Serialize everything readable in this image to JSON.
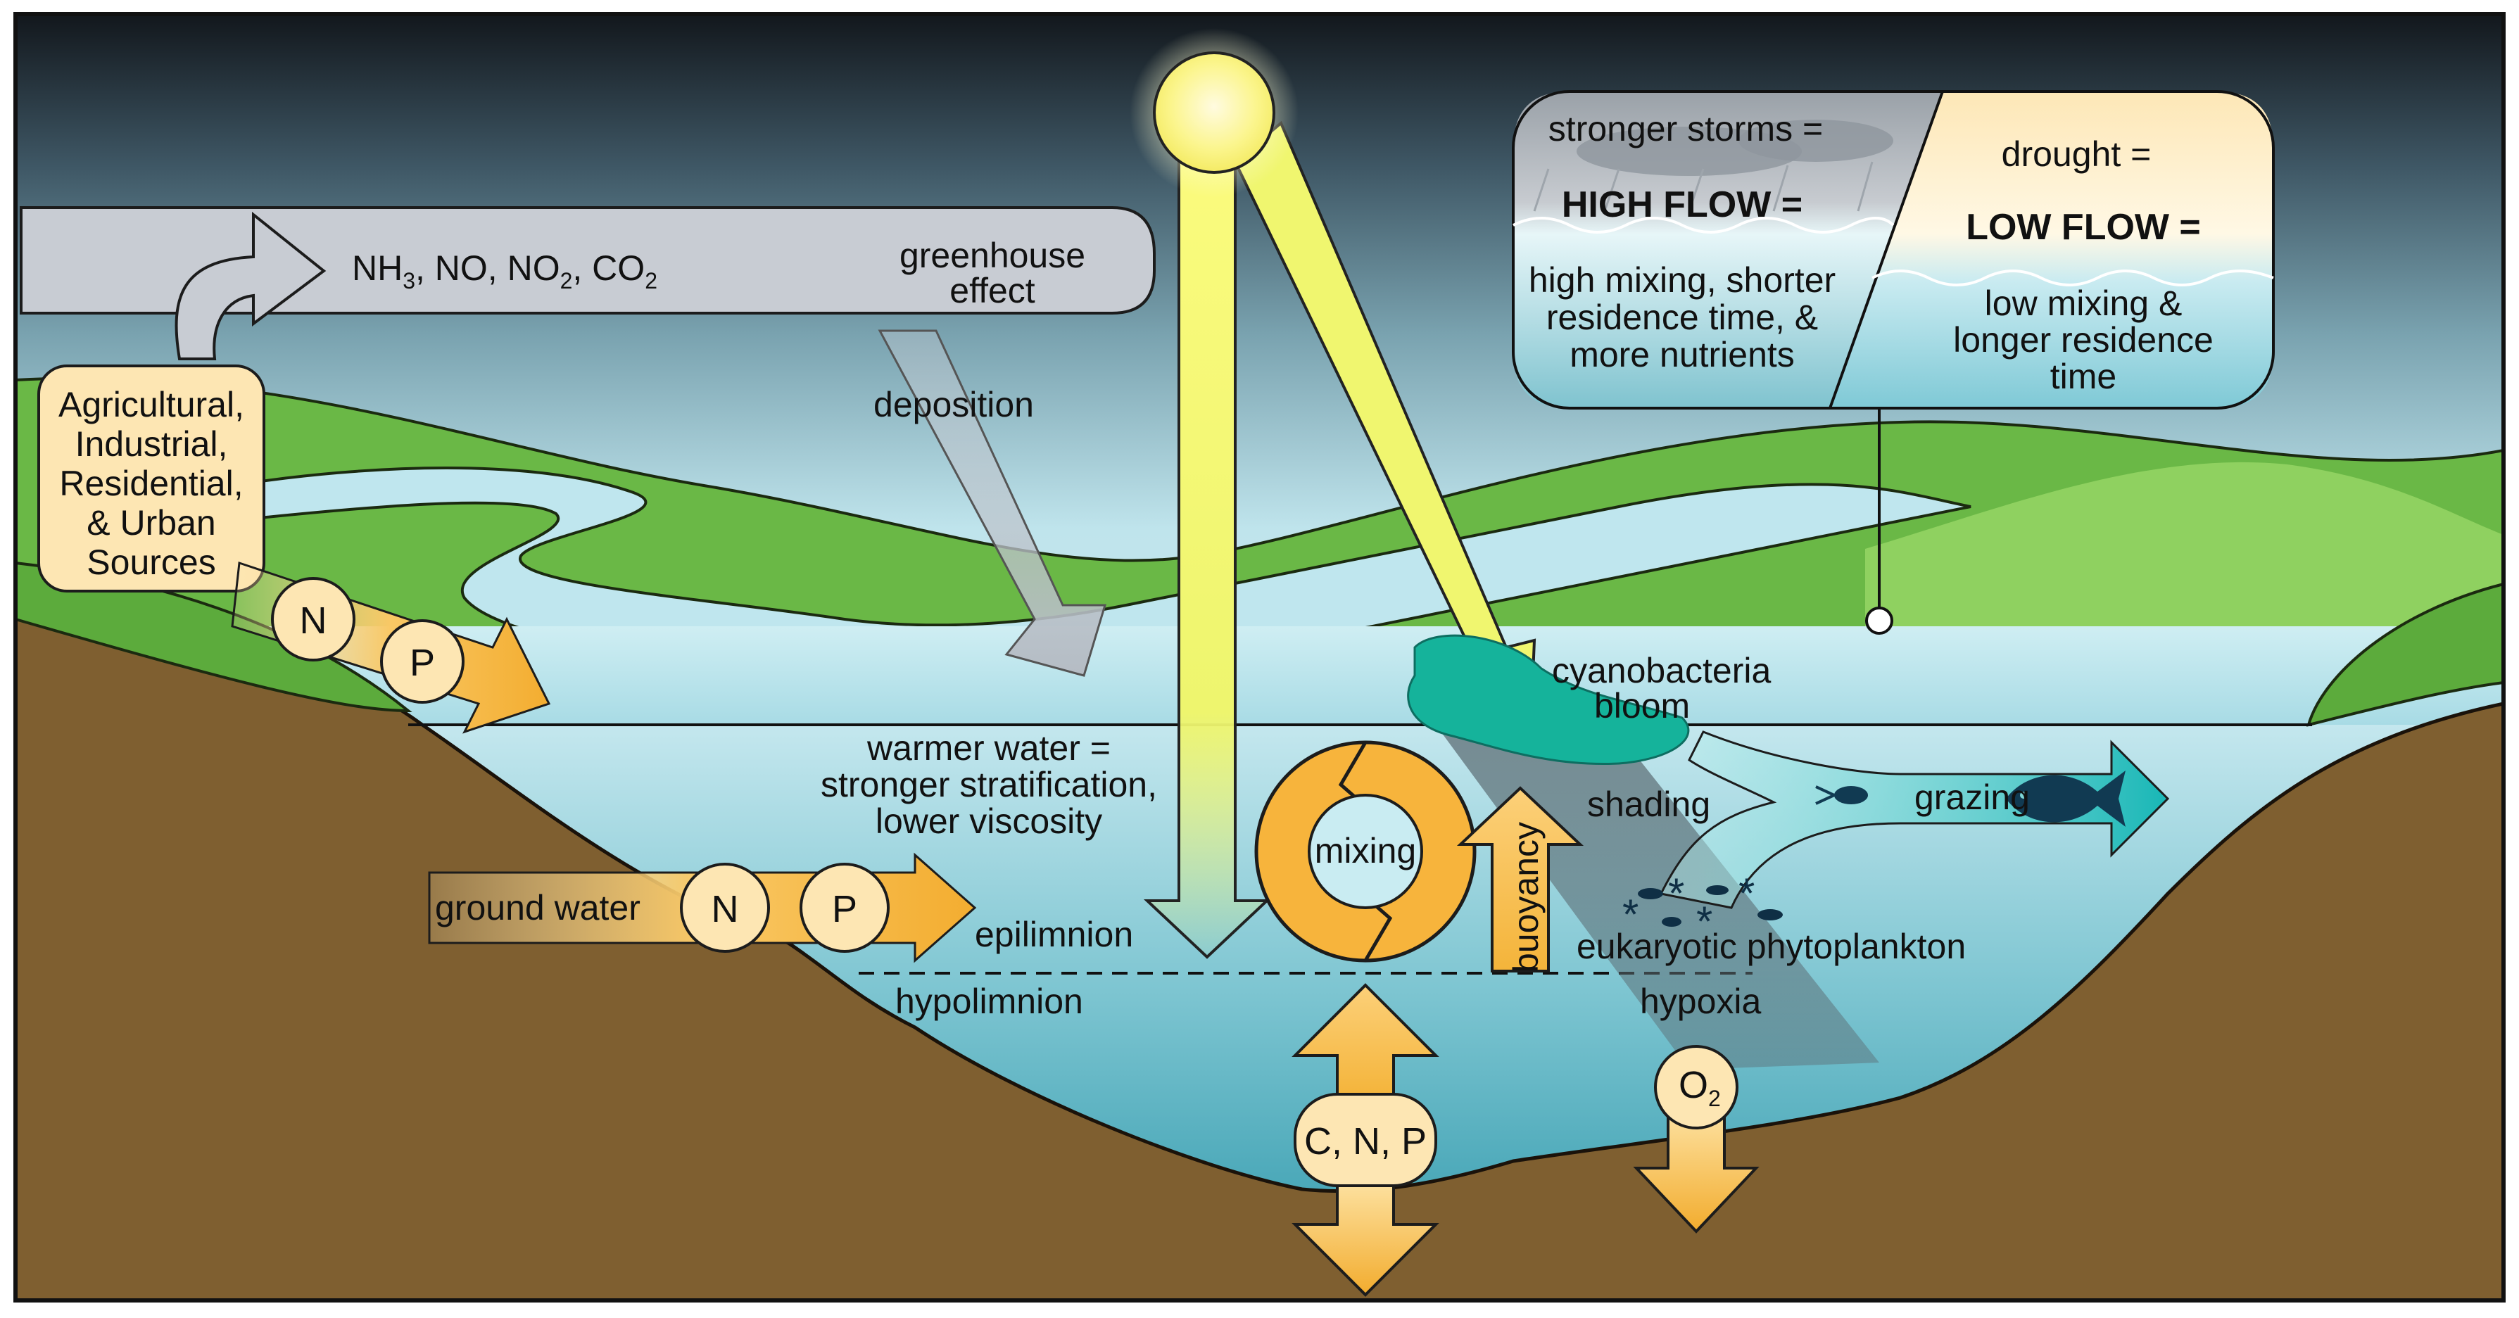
{
  "labels": {
    "sources": [
      "Agricultural,",
      "Industrial,",
      "Residential,",
      "& Urban",
      "Sources"
    ],
    "emissions_prefix_nh": "NH",
    "emissions_sub3": "3",
    "emissions_mid": ", NO, NO",
    "emissions_sub2": "2",
    "emissions_co": ", CO",
    "emissions_sub2b": "2",
    "greenhouse_line1": "greenhouse",
    "greenhouse_line2": "effect",
    "deposition": "deposition",
    "runoff_n": "N",
    "runoff_p": "P",
    "warmer_water": [
      "warmer water =",
      "stronger stratification,",
      "lower viscosity"
    ],
    "ground_water": "ground water",
    "gw_n": "N",
    "gw_p": "P",
    "epilimnion": "epilimnion",
    "hypolimnion": "hypolimnion",
    "mixing": "mixing",
    "cnp": "C, N, P",
    "buoyancy": "buoyancy",
    "cyanobacteria": [
      "cyanobacteria",
      "bloom"
    ],
    "shading": "shading",
    "grazing": "grazing",
    "eukaryotic": "eukaryotic phytoplankton",
    "hypoxia": "hypoxia",
    "o2": "O",
    "o2_sub": "2"
  },
  "callout": {
    "storms": "stronger storms =",
    "high_flow": "HIGH FLOW =",
    "high_desc": [
      "high mixing, shorter",
      "residence time, &",
      "more nutrients"
    ],
    "drought": "drought =",
    "low_flow": "LOW FLOW =",
    "low_desc": [
      "low mixing &",
      "longer residence",
      "time"
    ]
  },
  "colors": {
    "sky_top": "#1a2026",
    "sky_bottom": "#cfeaf0",
    "water_light": "#b8e1ea",
    "water_deep": "#3aa3b3",
    "land_green": "#6cb848",
    "soil_brown": "#7f5f30",
    "nutrient_orange": "#f4b43a",
    "cream": "#fde7b6",
    "gray_arrow": "#c8ccd3",
    "sun_yellow": "#f6f77a",
    "bloom_teal": "#17b39a",
    "grazing_teal": "#2fc7c5"
  },
  "icons": [
    "sun-icon",
    "fish-icon",
    "cloud-icon",
    "zooplankton-icon",
    "phytoplankton-icon"
  ]
}
